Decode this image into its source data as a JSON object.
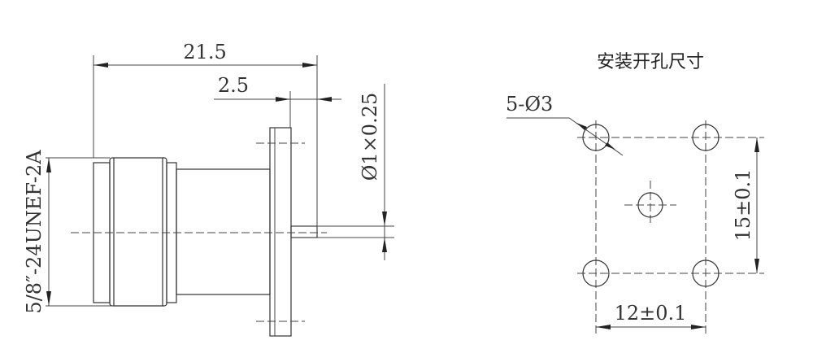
{
  "side_view": {
    "overall_length": "21.5",
    "flange_to_pin": "2.5",
    "pin_spec": "Ø1×0.25",
    "thread_spec": "5/8″-24UNEF-2A"
  },
  "mounting_cutout": {
    "title": "安装开孔尺寸",
    "hole_callout": "5-Ø3",
    "vertical_spacing": "15±0.1",
    "horizontal_spacing": "12±0.1"
  }
}
